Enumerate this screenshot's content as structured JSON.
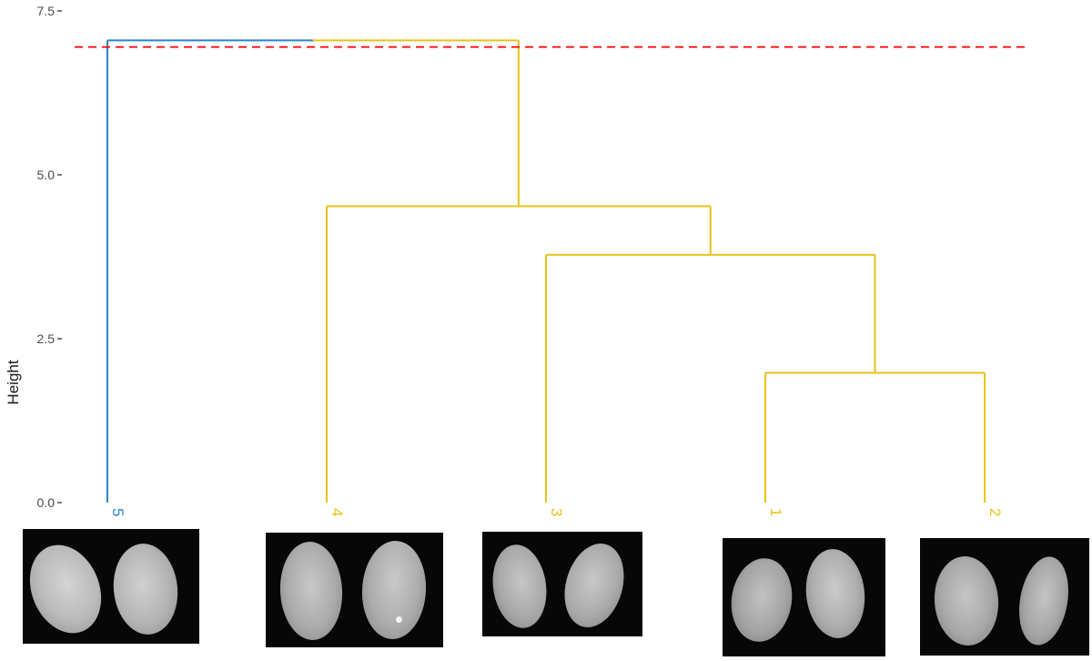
{
  "chart_data": {
    "type": "dendrogram",
    "ylabel": "Height",
    "ylim": [
      0,
      7.5
    ],
    "yticks": [
      "0.0",
      "2.5",
      "5.0",
      "7.5"
    ],
    "cut_height": 6.95,
    "cut_line_color": "#ff0000",
    "leaf_order": [
      "5",
      "4",
      "3",
      "1",
      "2"
    ],
    "leaves": [
      {
        "label": "5",
        "cluster": 1,
        "color": "#2e86c8"
      },
      {
        "label": "4",
        "cluster": 2,
        "color": "#e8c31a"
      },
      {
        "label": "3",
        "cluster": 2,
        "color": "#e8c31a"
      },
      {
        "label": "1",
        "cluster": 2,
        "color": "#e8c31a"
      },
      {
        "label": "2",
        "cluster": 2,
        "color": "#e8c31a"
      }
    ],
    "merges": [
      {
        "left": "1",
        "right": "2",
        "height": 1.98
      },
      {
        "left": "3",
        "right": "1+2",
        "height": 3.78
      },
      {
        "left": "4",
        "right": "3+1+2",
        "height": 4.52
      },
      {
        "left": "5",
        "right": "4+3+1+2",
        "height": 7.05
      }
    ],
    "colors": {
      "cluster_1": "#2e86c8",
      "cluster_2": "#e8c31a"
    }
  }
}
